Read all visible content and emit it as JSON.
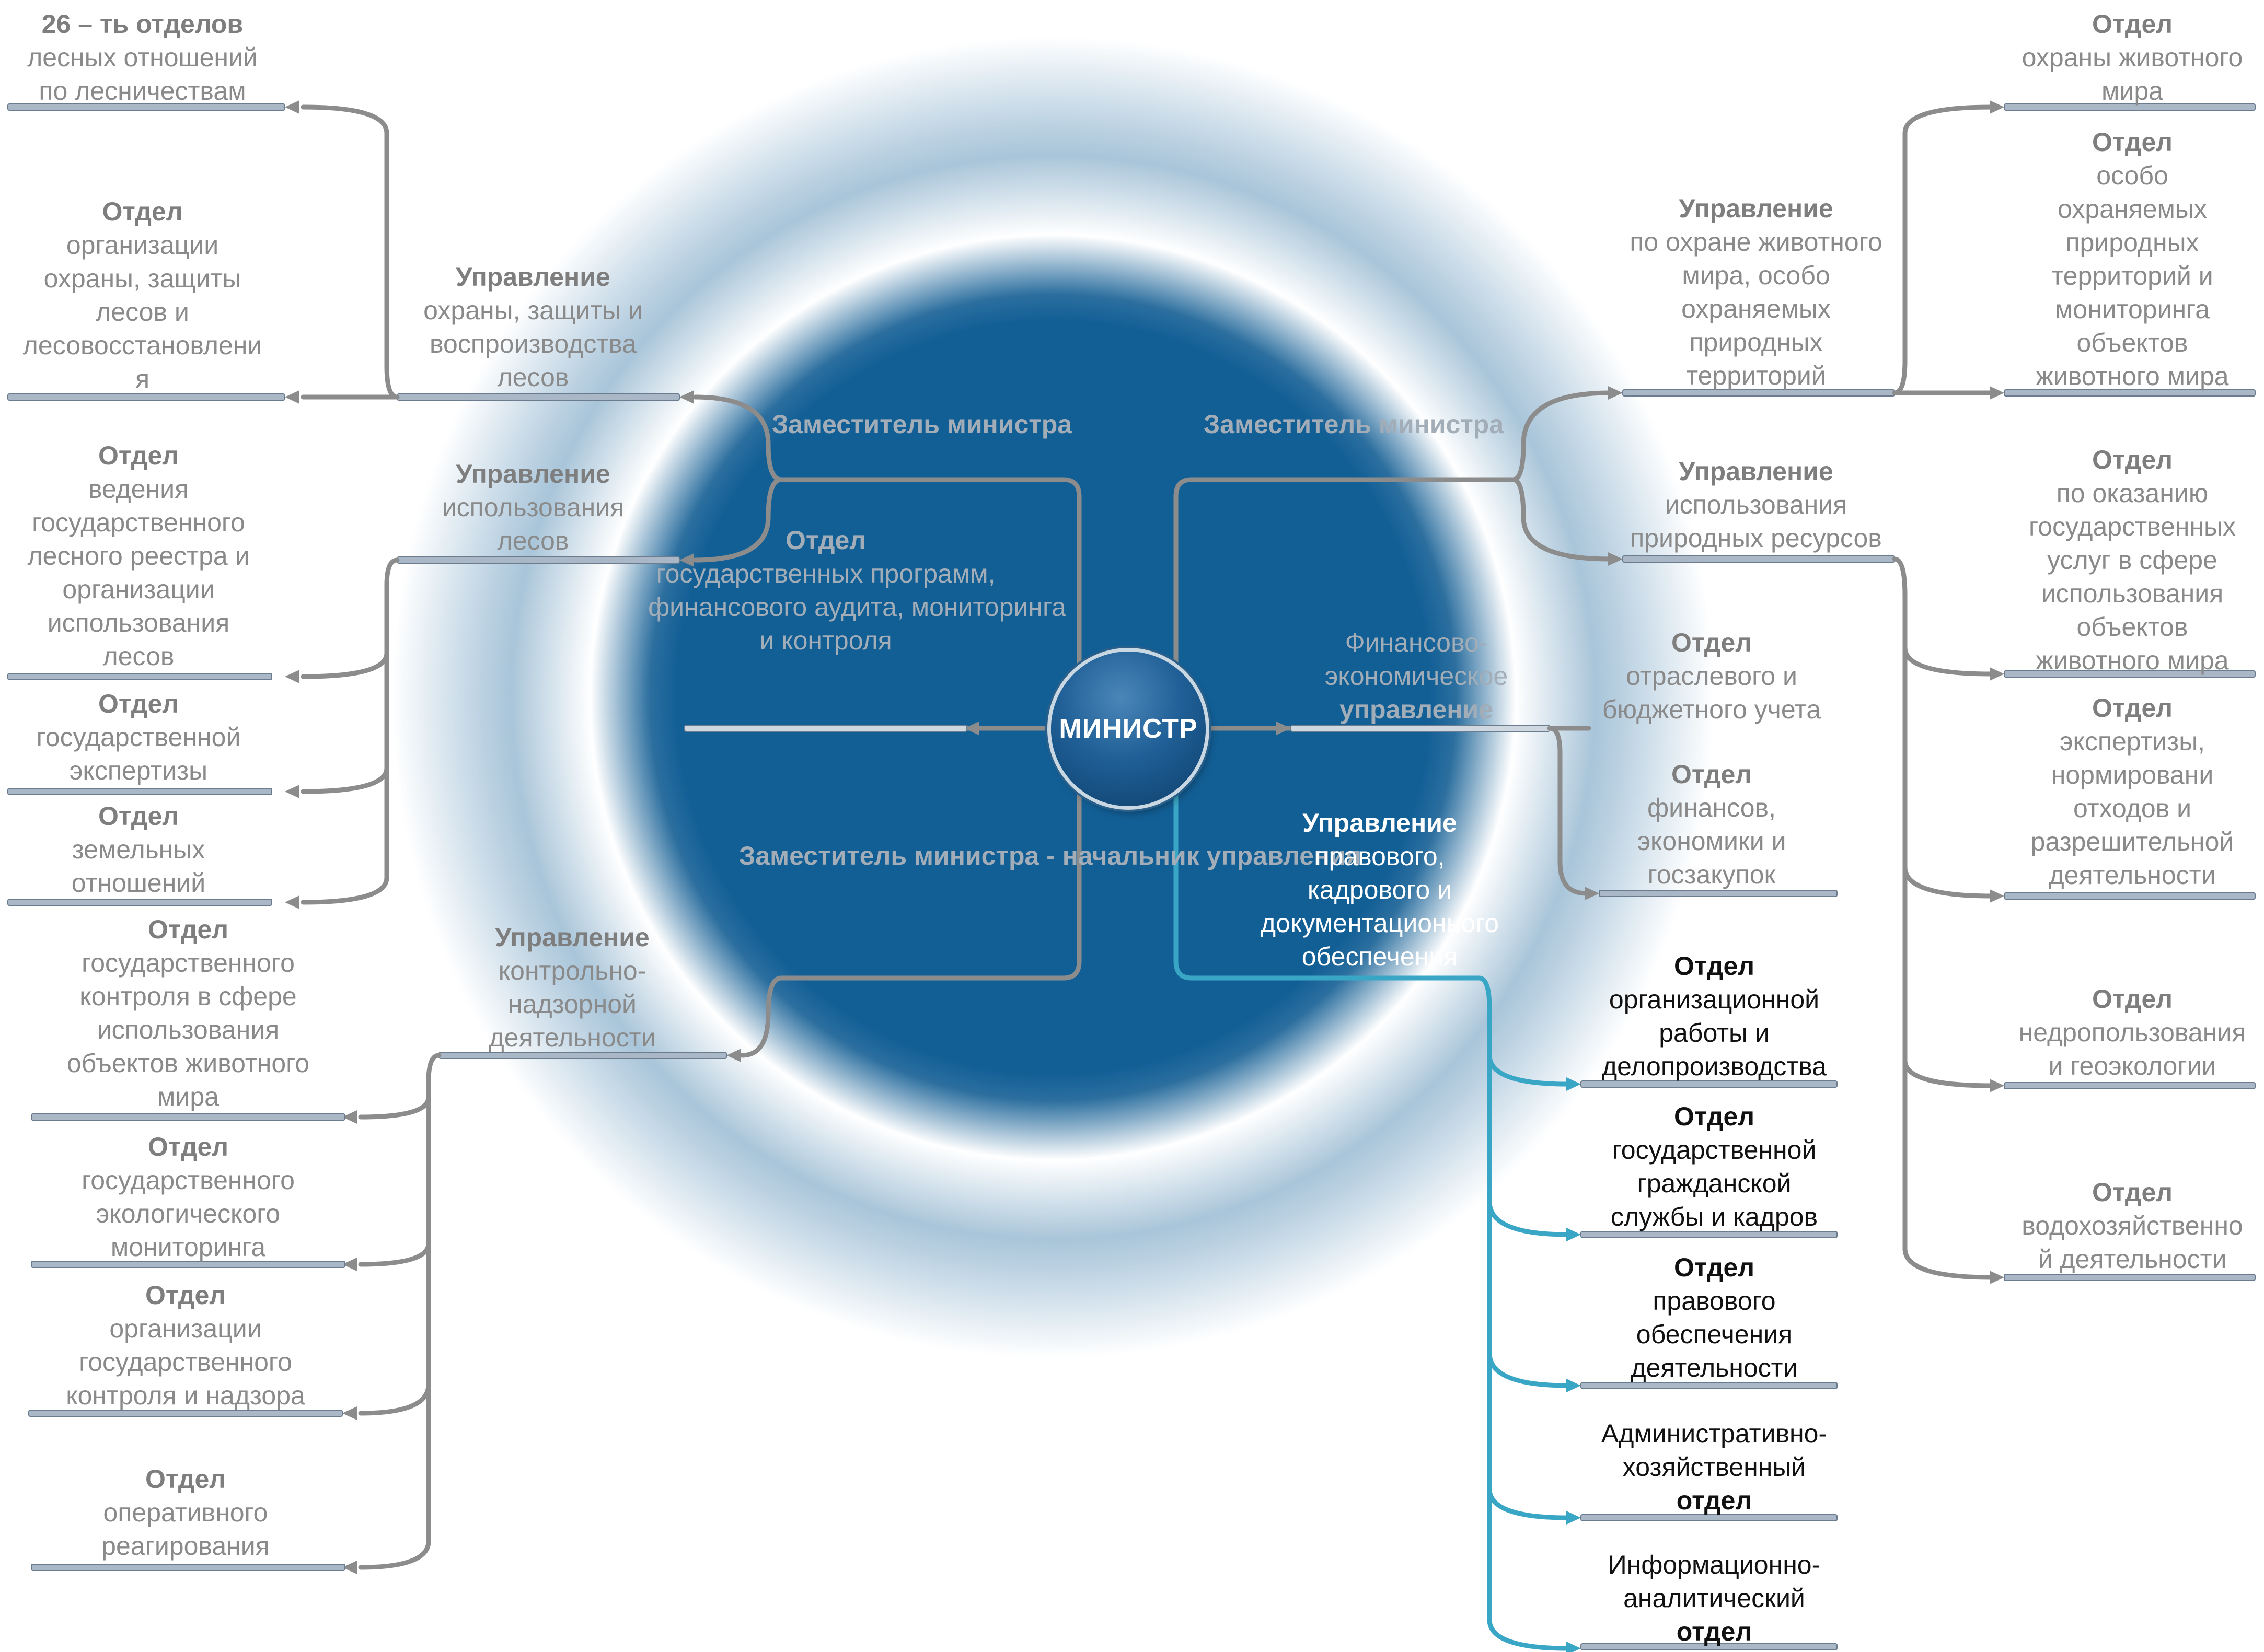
{
  "colors": {
    "ring_dark": "#125f96",
    "ring_light": "#b9d0e1",
    "branch_gray": "#8c8c8c",
    "branch_cyan": "#3aa6c6",
    "node": "#1f5f96"
  },
  "center": {
    "label": "МИНИСТР"
  },
  "deputy_left_top": {
    "title": "Заместитель министра",
    "lines": []
  },
  "deputy_right_top": {
    "title": "Заместитель министра",
    "lines": []
  },
  "deputy_left_bottom": {
    "title": "Заместитель министра - начальник управления",
    "lines": []
  },
  "dept_gov_programs": {
    "title": "Отдел",
    "lines": [
      "государственных программ,",
      "финансового аудита, мониторинга",
      "и контроля"
    ]
  },
  "finance_directorate": {
    "title": "",
    "lines": [
      "Финансово-",
      "экономическое"
    ],
    "tail": "управление"
  },
  "legal_directorate": {
    "title": "Управление",
    "lines": [
      "правового,",
      "кадрового и",
      "документационного",
      "обеспечения"
    ]
  },
  "forest_protection_directorate": {
    "title": "Управление",
    "lines": [
      "охраны, защиты и",
      "воспроизводства",
      "лесов"
    ]
  },
  "forest_use_directorate": {
    "title": "Управление",
    "lines": [
      "использования",
      "лесов"
    ]
  },
  "control_directorate": {
    "title": "Управление",
    "lines": [
      "контрольно-",
      "надзорной",
      "деятельности"
    ]
  },
  "wildlife_directorate": {
    "title": "Управление",
    "lines": [
      "по охране животного",
      "мира, особо",
      "охраняемых",
      "природных",
      "территорий"
    ]
  },
  "resources_directorate": {
    "title": "Управление",
    "lines": [
      "использования",
      "природных ресурсов"
    ]
  },
  "leaf_forestry_26": {
    "title": "26 – ть отделов",
    "lines": [
      "лесных отношений",
      "по лесничествам"
    ]
  },
  "leaf_forest_protection": {
    "title": "Отдел",
    "lines": [
      "организации",
      "охраны, защиты",
      "лесов и",
      "лесовосстановлени",
      "я"
    ]
  },
  "leaf_forest_register": {
    "title": "Отдел",
    "lines": [
      "ведения",
      "государственного",
      "лесного реестра и",
      "организации",
      "использования",
      "лесов"
    ]
  },
  "leaf_state_expertise": {
    "title": "Отдел",
    "lines": [
      "государственной",
      "экспертизы"
    ]
  },
  "leaf_land_relations": {
    "title": "Отдел",
    "lines": [
      "земельных",
      "отношений"
    ]
  },
  "leaf_wildlife_control": {
    "title": "Отдел",
    "lines": [
      "государственного",
      "контроля в сфере",
      "использования",
      "объектов животного",
      "мира"
    ]
  },
  "leaf_eco_monitoring": {
    "title": "Отдел",
    "lines": [
      "государственного",
      "экологического",
      "мониторинга"
    ]
  },
  "leaf_state_supervision": {
    "title": "Отдел",
    "lines": [
      "организации",
      "государственного",
      "контроля и надзора"
    ]
  },
  "leaf_rapid_response": {
    "title": "Отдел",
    "lines": [
      "оперативного",
      "реагирования"
    ]
  },
  "leaf_wildlife_protection": {
    "title": "Отдел",
    "lines": [
      "охраны животного",
      "мира"
    ]
  },
  "leaf_protected_areas": {
    "title": "Отдел",
    "lines": [
      "особо",
      "охраняемых",
      "природных",
      "территорий и",
      "мониторинга",
      "объектов",
      "животного мира"
    ]
  },
  "leaf_public_services": {
    "title": "Отдел",
    "lines": [
      "по оказанию",
      "государственных",
      "услуг в сфере",
      "использования",
      "объектов",
      "животного мира"
    ]
  },
  "leaf_waste_expertise": {
    "title": "Отдел",
    "lines": [
      "экспертизы,",
      "нормировани",
      "отходов и",
      "разрешительной",
      "деятельности"
    ]
  },
  "leaf_subsoil": {
    "title": "Отдел",
    "lines": [
      "недропользования",
      "и геоэкологии"
    ]
  },
  "leaf_water": {
    "title": "Отдел",
    "lines": [
      "водохозяйственно",
      "й деятельности"
    ]
  },
  "leaf_accounting": {
    "title": "Отдел",
    "lines": [
      "отраслевого и",
      "бюджетного учета"
    ]
  },
  "leaf_finance_procurement": {
    "title": "Отдел",
    "lines": [
      "финансов,",
      "экономики и",
      "госзакупок"
    ]
  },
  "leaf_org_work": {
    "title": "Отдел",
    "lines": [
      "организационной",
      "работы и",
      "делопроизводства"
    ]
  },
  "leaf_civil_service": {
    "title": "Отдел",
    "lines": [
      "государственной",
      "гражданской",
      "службы и кадров"
    ]
  },
  "leaf_legal_support": {
    "title": "Отдел",
    "lines": [
      "правового",
      "обеспечения",
      "деятельности"
    ]
  },
  "leaf_admin": {
    "title": "",
    "lines": [
      "Административно-",
      "хозяйственный"
    ],
    "tail": "отдел"
  },
  "leaf_info": {
    "title": "",
    "lines": [
      "Информационно-",
      "аналитический"
    ],
    "tail": "отдел"
  }
}
